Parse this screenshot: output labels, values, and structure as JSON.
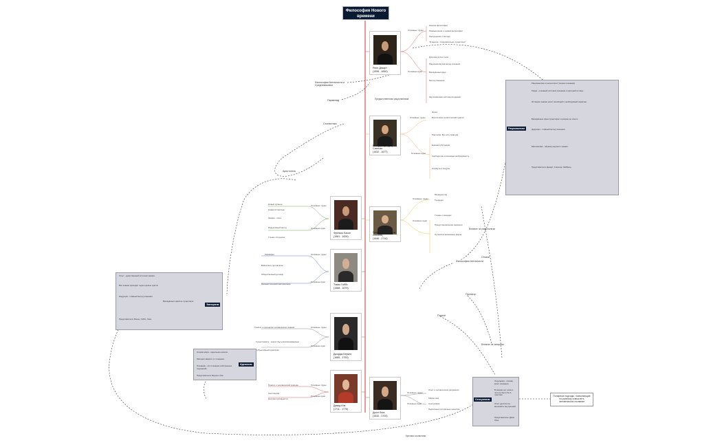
{
  "title": "Философия Нового времени",
  "colors": {
    "spine": "#d9534f",
    "descartes": "#e06666",
    "spinoza": "#f6b26b",
    "leibniz": "#e8c547",
    "bacon": "#6aa84f",
    "hobbes": "#6d7bd1",
    "locke": "#8a8a8a",
    "hume": "#e06666",
    "panel": "#d6d6df",
    "dark": "#0b1a33"
  },
  "philosophers": [
    {
      "id": "descartes",
      "name": "Рене Декарт",
      "years": "(1596 - 1650)"
    },
    {
      "id": "spinoza",
      "name": "Бенедикт (Барух) Спиноза",
      "years": "(1632 - 1677)"
    },
    {
      "id": "leibniz",
      "name": "Готфрид Вильгельм Лейбниц",
      "years": "(1646 - 1716)"
    },
    {
      "id": "bacon",
      "name": "Фрэнсис Бэкон",
      "years": "(1561 - 1626)"
    },
    {
      "id": "hobbes",
      "name": "Томас Гоббс",
      "years": "(1588 - 1679)"
    },
    {
      "id": "locke_left",
      "name": "Джордж Беркли",
      "years": "(1685 - 1753)"
    },
    {
      "id": "hume",
      "name": "Дэвид Юм",
      "years": "(1711 - 1776)"
    },
    {
      "id": "locke",
      "name": "Джон Локк",
      "years": "(1632 - 1704)"
    }
  ],
  "descartes_notes": [
    "Основные труды",
    "Начала философии",
    "Размышления о первой философии",
    "Рассуждения о методе",
    "\"Я мыслю - следовательно, существую\"",
    "Основные идеи",
    "Дуализм духа и тела",
    "Рационализм как метод познания",
    "Врождённые идеи",
    "Метод сомнения",
    "Картезианская система координат"
  ],
  "spinoza_notes": [
    "Основные труды",
    "Этика",
    "Богословско-политический трактат",
    "Основные идеи",
    "Пантеизм: Бог есть природа",
    "Единая субстанция",
    "Свобода как осознанная необходимость",
    "Атрибуты и модусы"
  ],
  "leibniz_notes": [
    "Основные труды",
    "Монадология",
    "Теодицея",
    "Основные идеи",
    "Учение о монадах",
    "Предустановленная гармония",
    "Лучший из возможных миров"
  ],
  "bacon_notes": [
    "Основные труды",
    "Новый органон",
    "Новая Атлантида",
    "Основные идеи",
    "Знание - сила",
    "Индуктивный метод",
    "Учение об идолах"
  ],
  "hobbes_notes": [
    "Основные труды",
    "Левиафан",
    "Основные идеи",
    "Война всех против всех",
    "Общественный договор",
    "Механистический материализм"
  ],
  "berkeley_notes": [
    "Основные труды",
    "Трактат о принципах человеческого знания",
    "Основные идеи",
    "Существовать - значит быть воспринимаемым",
    "Субъективный идеализм"
  ],
  "hume_notes": [
    "Основные труды",
    "Трактат о человеческой природе",
    "Основные идеи",
    "Скептицизм",
    "Критика причинности"
  ],
  "locke_notes": [
    "Основные труды",
    "Опыт о человеческом разумении",
    "Основные идеи",
    "Tabula rasa",
    "Сенсуализм",
    "Первичные и вторичные качества"
  ],
  "panels": {
    "rationalism": {
      "tag": "Рационализм",
      "lines": [
        "Рационализм в гносеологии (теории познания)",
        "Разум - основной источник познания и критерий истины.",
        "Истинное знание носит всеобщий и необходимый характер.",
        "Врождённые идеи существуют в разуме до опыта.",
        "Дедукция - главный метод познания.",
        "Математика - образец научного знания.",
        "Представители: Декарт, Спиноза, Лейбниц."
      ]
    },
    "empiricism": {
      "tag": "Эмпиризм",
      "lines": [
        "Опыт - единственный источник знания.",
        "Все знания приходят через органы чувств.",
        "Индукция - главный метод познания.",
        "Врождённых идей не существует.",
        "Представители: Бэкон, Гоббс, Локк."
      ]
    },
    "idealism": {
      "tag": "Идеализм",
      "lines": [
        "Основа мира - идеальное начало.",
        "Материя зависит от сознания.",
        "Познание - это познание собственных ощущений.",
        "Представители: Беркли, Юм."
      ]
    },
    "sensualism": {
      "tag": "Сенсуализм",
      "lines": [
        "Ощущения - основа всего познания.",
        "В разуме нет ничего, чего не было бы в чувствах.",
        "Опыт делится на внешний и внутренний.",
        "Представитель: Джон Локк."
      ]
    }
  },
  "externals": {
    "platonism": "Философия Античности и Средневековья",
    "parmenides": "Парменид",
    "scholastics": "Схоластика",
    "aristotle": "Аристотель",
    "plato": "Платон",
    "stoics": "Стоики",
    "ancients": "Философия Античности",
    "protagoras": "Протагор"
  },
  "conclusion": "Полярные подходы, позволяющие по-разному осмыслить человеческое познание",
  "connectors": {
    "c1": "Предшественники рационализма",
    "c2": "Влияние на рационализм",
    "c3": "Влияние на эмпиризм",
    "c4": "Критика схоластики"
  }
}
